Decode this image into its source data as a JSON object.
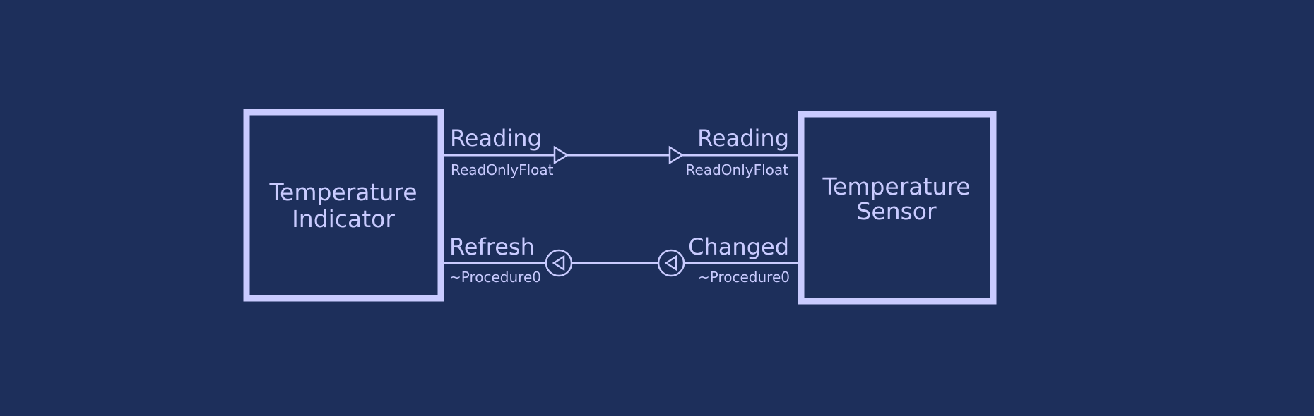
{
  "colors": {
    "background": "#1d2f5b",
    "foreground": "#c9cbff"
  },
  "blocks": {
    "indicator": {
      "line1": "Temperature",
      "line2": "Indicator"
    },
    "sensor": {
      "line1": "Temperature",
      "line2": "Sensor"
    }
  },
  "ports": {
    "indicator_reading": {
      "name": "Reading",
      "type": "ReadOnlyFloat"
    },
    "indicator_refresh": {
      "name": "Refresh",
      "type": "~Procedure0"
    },
    "sensor_reading": {
      "name": "Reading",
      "type": "ReadOnlyFloat"
    },
    "sensor_changed": {
      "name": "Changed",
      "type": "~Procedure0"
    }
  }
}
